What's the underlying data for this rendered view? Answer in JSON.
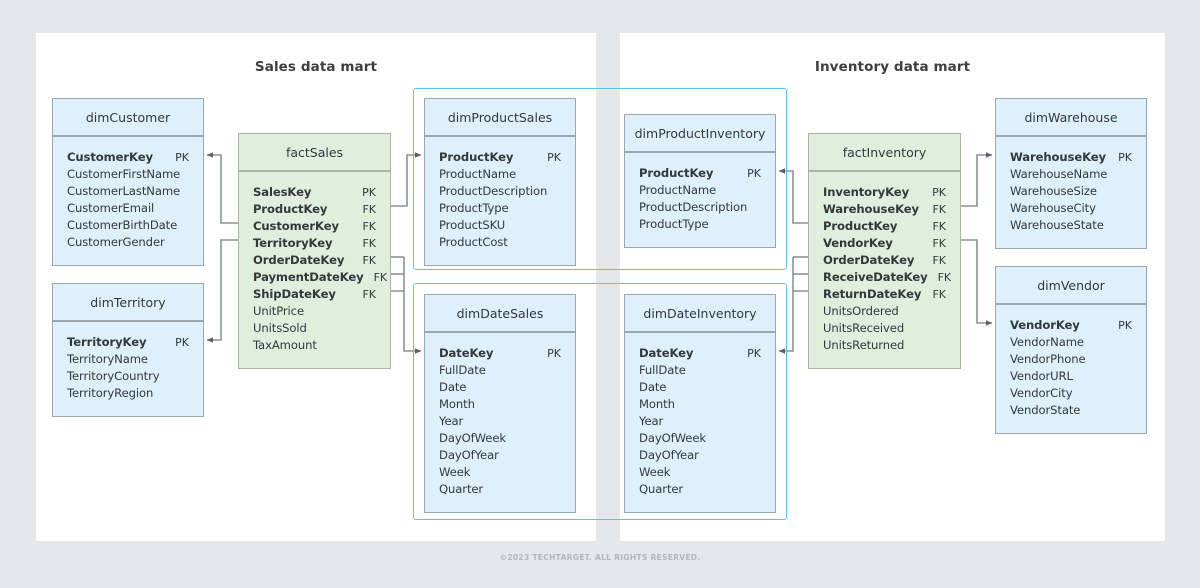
{
  "footer": {
    "copyright": "©2023 TECHTARGET. ALL RIGHTS RESERVED."
  },
  "colors": {
    "canvas": "#e6e7e8",
    "panel": "#ffffff",
    "dimension_fill": "#ddf0fb",
    "fact_fill": "#dfeedd",
    "table_border": "#9aa7ad",
    "group_outline": "#56c2f0",
    "connector": "#8c9296",
    "title_text": "#3f3f3f"
  },
  "marts": [
    {
      "id": "sales",
      "title": "Sales data mart"
    },
    {
      "id": "inventory",
      "title": "Inventory data mart"
    }
  ],
  "groups": [
    {
      "id": "group-product",
      "label": "shared-product-dimension-group"
    },
    {
      "id": "group-date",
      "label": "shared-date-dimension-group"
    }
  ],
  "tables": {
    "dimCustomer": {
      "name": "dimCustomer",
      "kind": "dimension",
      "fields": [
        {
          "name": "CustomerKey",
          "key": "PK"
        },
        {
          "name": "CustomerFirstName",
          "key": ""
        },
        {
          "name": "CustomerLastName",
          "key": ""
        },
        {
          "name": "CustomerEmail",
          "key": ""
        },
        {
          "name": "CustomerBirthDate",
          "key": ""
        },
        {
          "name": "CustomerGender",
          "key": ""
        }
      ]
    },
    "dimTerritory": {
      "name": "dimTerritory",
      "kind": "dimension",
      "fields": [
        {
          "name": "TerritoryKey",
          "key": "PK"
        },
        {
          "name": "TerritoryName",
          "key": ""
        },
        {
          "name": "TerritoryCountry",
          "key": ""
        },
        {
          "name": "TerritoryRegion",
          "key": ""
        }
      ]
    },
    "factSales": {
      "name": "factSales",
      "kind": "fact",
      "fields": [
        {
          "name": "SalesKey",
          "key": "PK"
        },
        {
          "name": "ProductKey",
          "key": "FK"
        },
        {
          "name": "CustomerKey",
          "key": "FK"
        },
        {
          "name": "TerritoryKey",
          "key": "FK"
        },
        {
          "name": "OrderDateKey",
          "key": "FK"
        },
        {
          "name": "PaymentDateKey",
          "key": "FK"
        },
        {
          "name": "ShipDateKey",
          "key": "FK"
        },
        {
          "name": "UnitPrice",
          "key": ""
        },
        {
          "name": "UnitsSold",
          "key": ""
        },
        {
          "name": "TaxAmount",
          "key": ""
        }
      ]
    },
    "dimProductSales": {
      "name": "dimProductSales",
      "kind": "dimension",
      "fields": [
        {
          "name": "ProductKey",
          "key": "PK"
        },
        {
          "name": "ProductName",
          "key": ""
        },
        {
          "name": "ProductDescription",
          "key": ""
        },
        {
          "name": "ProductType",
          "key": ""
        },
        {
          "name": "ProductSKU",
          "key": ""
        },
        {
          "name": "ProductCost",
          "key": ""
        }
      ]
    },
    "dimDateSales": {
      "name": "dimDateSales",
      "kind": "dimension",
      "fields": [
        {
          "name": "DateKey",
          "key": "PK"
        },
        {
          "name": "FullDate",
          "key": ""
        },
        {
          "name": "Date",
          "key": ""
        },
        {
          "name": "Month",
          "key": ""
        },
        {
          "name": "Year",
          "key": ""
        },
        {
          "name": "DayOfWeek",
          "key": ""
        },
        {
          "name": "DayOfYear",
          "key": ""
        },
        {
          "name": "Week",
          "key": ""
        },
        {
          "name": "Quarter",
          "key": ""
        }
      ]
    },
    "dimProductInventory": {
      "name": "dimProductInventory",
      "kind": "dimension",
      "fields": [
        {
          "name": "ProductKey",
          "key": "PK"
        },
        {
          "name": "ProductName",
          "key": ""
        },
        {
          "name": "ProductDescription",
          "key": ""
        },
        {
          "name": "ProductType",
          "key": ""
        }
      ]
    },
    "dimDateInventory": {
      "name": "dimDateInventory",
      "kind": "dimension",
      "fields": [
        {
          "name": "DateKey",
          "key": "PK"
        },
        {
          "name": "FullDate",
          "key": ""
        },
        {
          "name": "Date",
          "key": ""
        },
        {
          "name": "Month",
          "key": ""
        },
        {
          "name": "Year",
          "key": ""
        },
        {
          "name": "DayOfWeek",
          "key": ""
        },
        {
          "name": "DayOfYear",
          "key": ""
        },
        {
          "name": "Week",
          "key": ""
        },
        {
          "name": "Quarter",
          "key": ""
        }
      ]
    },
    "factInventory": {
      "name": "factInventory",
      "kind": "fact",
      "fields": [
        {
          "name": "InventoryKey",
          "key": "PK"
        },
        {
          "name": "WarehouseKey",
          "key": "FK"
        },
        {
          "name": "ProductKey",
          "key": "FK"
        },
        {
          "name": "VendorKey",
          "key": "FK"
        },
        {
          "name": "OrderDateKey",
          "key": "FK"
        },
        {
          "name": "ReceiveDateKey",
          "key": "FK"
        },
        {
          "name": "ReturnDateKey",
          "key": "FK"
        },
        {
          "name": "UnitsOrdered",
          "key": ""
        },
        {
          "name": "UnitsReceived",
          "key": ""
        },
        {
          "name": "UnitsReturned",
          "key": ""
        }
      ]
    },
    "dimWarehouse": {
      "name": "dimWarehouse",
      "kind": "dimension",
      "fields": [
        {
          "name": "WarehouseKey",
          "key": "PK"
        },
        {
          "name": "WarehouseName",
          "key": ""
        },
        {
          "name": "WarehouseSize",
          "key": ""
        },
        {
          "name": "WarehouseCity",
          "key": ""
        },
        {
          "name": "WarehouseState",
          "key": ""
        }
      ]
    },
    "dimVendor": {
      "name": "dimVendor",
      "kind": "dimension",
      "fields": [
        {
          "name": "VendorKey",
          "key": "PK"
        },
        {
          "name": "VendorName",
          "key": ""
        },
        {
          "name": "VendorPhone",
          "key": ""
        },
        {
          "name": "VendorURL",
          "key": ""
        },
        {
          "name": "VendorCity",
          "key": ""
        },
        {
          "name": "VendorState",
          "key": ""
        }
      ]
    }
  },
  "relationships": [
    {
      "from": "factSales.CustomerKey",
      "to": "dimCustomer.CustomerKey"
    },
    {
      "from": "factSales.TerritoryKey",
      "to": "dimTerritory.TerritoryKey"
    },
    {
      "from": "factSales.ProductKey",
      "to": "dimProductSales.ProductKey"
    },
    {
      "from": "factSales.OrderDateKey",
      "to": "dimDateSales.DateKey"
    },
    {
      "from": "factSales.PaymentDateKey",
      "to": "dimDateSales.DateKey"
    },
    {
      "from": "factSales.ShipDateKey",
      "to": "dimDateSales.DateKey"
    },
    {
      "from": "factInventory.ProductKey",
      "to": "dimProductInventory.ProductKey"
    },
    {
      "from": "factInventory.OrderDateKey",
      "to": "dimDateInventory.DateKey"
    },
    {
      "from": "factInventory.ReceiveDateKey",
      "to": "dimDateInventory.DateKey"
    },
    {
      "from": "factInventory.ReturnDateKey",
      "to": "dimDateInventory.DateKey"
    },
    {
      "from": "factInventory.WarehouseKey",
      "to": "dimWarehouse.WarehouseKey"
    },
    {
      "from": "factInventory.VendorKey",
      "to": "dimVendor.VendorKey"
    }
  ]
}
